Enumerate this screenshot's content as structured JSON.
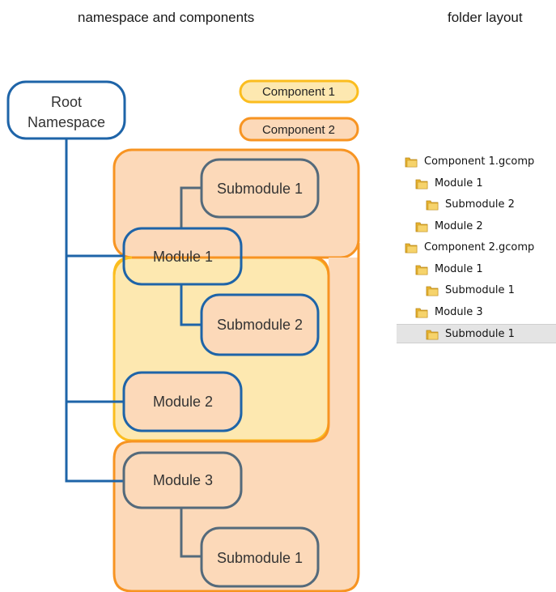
{
  "headings": {
    "left": "namespace and components",
    "right": "folder layout"
  },
  "legend": {
    "component1": "Component 1",
    "component2": "Component 2"
  },
  "nodes": {
    "root_line1": "Root",
    "root_line2": "Namespace",
    "submodule1_top": "Submodule 1",
    "module1": "Module 1",
    "submodule2": "Submodule 2",
    "module2": "Module 2",
    "module3": "Module 3",
    "submodule1_bottom": "Submodule 1"
  },
  "colors": {
    "blue": "#1e64a8",
    "gray": "#546a7b",
    "orange": "#f79422",
    "orange_fill": "#fcd9b9",
    "yellow": "#fbbd1e",
    "yellow_fill": "#fde8b0"
  },
  "folder_tree": {
    "items": [
      {
        "label": "Component 1.gcomp",
        "level": 0
      },
      {
        "label": "Module 1",
        "level": 1
      },
      {
        "label": "Submodule 2",
        "level": 2
      },
      {
        "label": "Module 2",
        "level": 1
      },
      {
        "label": "Component 2.gcomp",
        "level": 0
      },
      {
        "label": "Module 1",
        "level": 1
      },
      {
        "label": "Submodule 1",
        "level": 2
      },
      {
        "label": "Module 3",
        "level": 1
      },
      {
        "label": "Submodule 1",
        "level": 2,
        "selected": true
      }
    ]
  }
}
